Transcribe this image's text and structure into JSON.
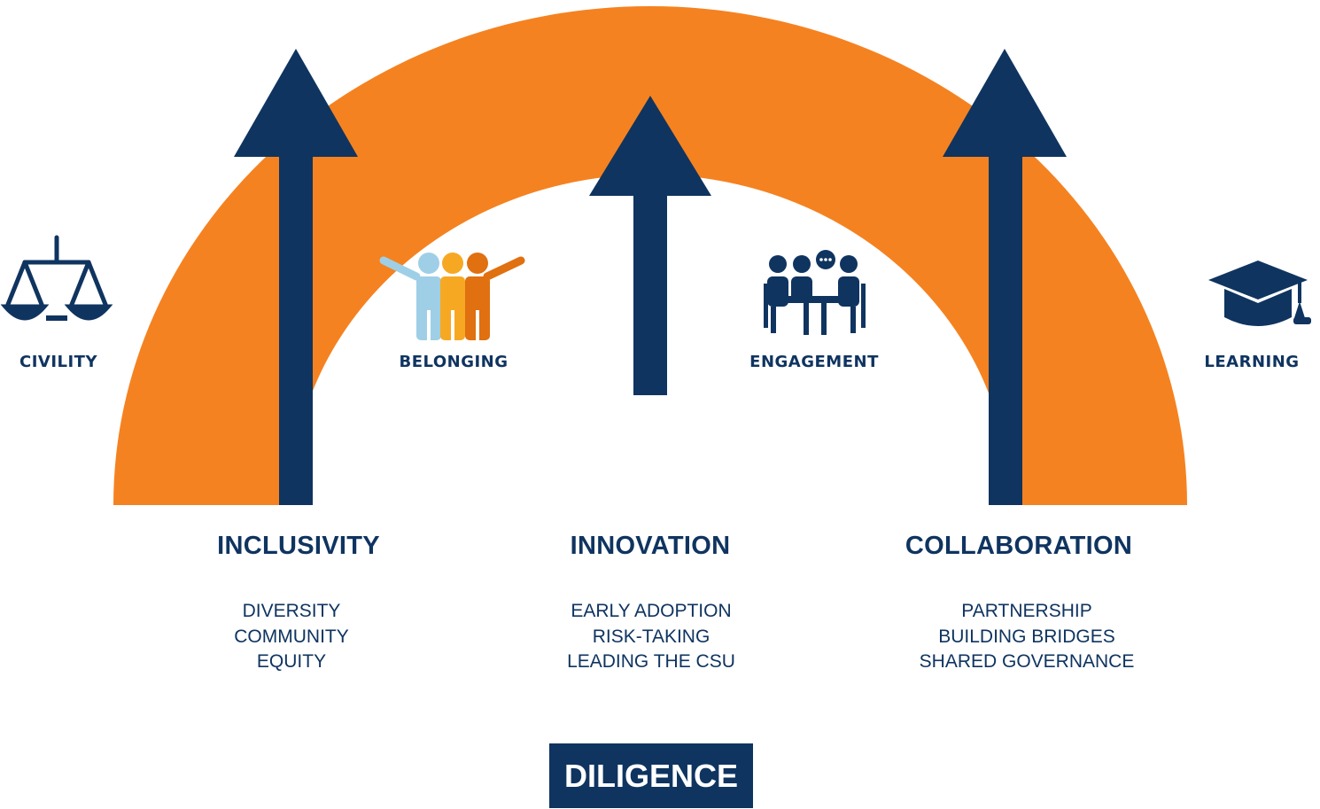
{
  "colors": {
    "arch": "#f58220",
    "navy": "#0f3460",
    "belonging_light": "#9fcfe6",
    "belonging_mid": "#f7a823",
    "belonging_dark": "#e07010",
    "white": "#ffffff"
  },
  "icons": {
    "civility": "scales-icon",
    "belonging": "group-of-people-icon",
    "engagement": "meeting-table-icon",
    "learning": "graduation-cap-icon"
  },
  "values": {
    "civility": "CIVILITY",
    "belonging": "BELONGING",
    "engagement": "ENGAGEMENT",
    "learning": "LEARNING"
  },
  "pillars": [
    {
      "title": "INCLUSIVITY",
      "items": [
        "DIVERSITY",
        "COMMUNITY",
        "EQUITY"
      ]
    },
    {
      "title": "INNOVATION",
      "items": [
        "EARLY ADOPTION",
        "RISK-TAKING",
        "LEADING THE CSU"
      ]
    },
    {
      "title": "COLLABORATION",
      "items": [
        "PARTNERSHIP",
        "BUILDING BRIDGES",
        "SHARED GOVERNANCE"
      ]
    }
  ],
  "foundation": "DILIGENCE"
}
